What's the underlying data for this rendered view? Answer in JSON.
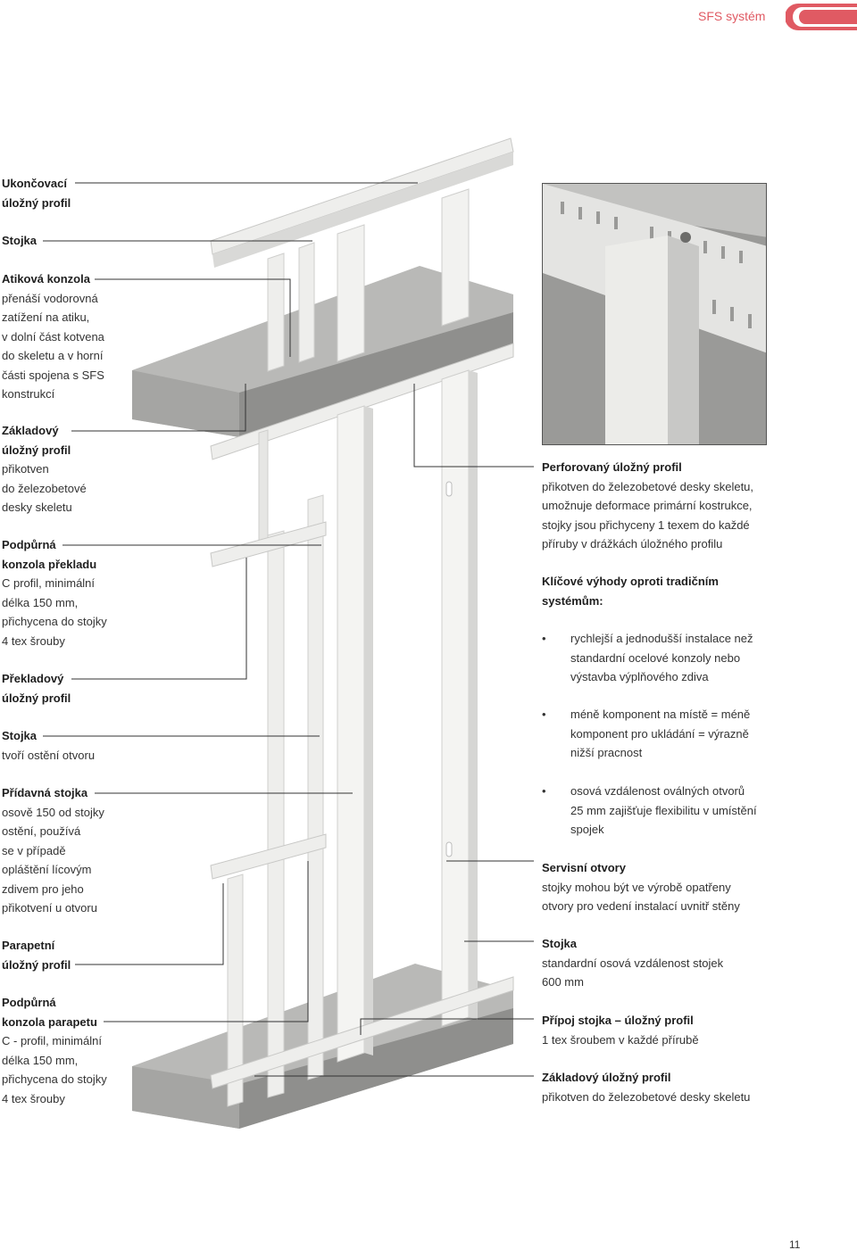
{
  "header": {
    "title": "SFS systém",
    "accent_color": "#e05a63"
  },
  "left_labels": [
    {
      "title": [
        "Ukončovací",
        "úložný profil"
      ],
      "desc": []
    },
    {
      "title": [
        "Stojka"
      ],
      "desc": []
    },
    {
      "title": [
        "Atiková konzola"
      ],
      "desc": [
        "přenáší vodorovná",
        "zatížení na atiku,",
        "v dolní část kotvena",
        "do skeletu a v horní",
        "části spojena s SFS",
        "konstrukcí"
      ]
    },
    {
      "title": [
        "Základový",
        "úložný profil"
      ],
      "desc": [
        "přikotven",
        "do železobetové",
        "desky skeletu"
      ]
    },
    {
      "title": [
        "Podpůrná",
        "konzola překladu"
      ],
      "desc": [
        "C profil, minimální",
        "délka 150 mm,",
        "přichycena do stojky",
        "4 tex šrouby"
      ]
    },
    {
      "title": [
        "Překladový",
        "úložný profil"
      ],
      "desc": []
    },
    {
      "title": [
        "Stojka"
      ],
      "desc": [
        "tvoří ostění otvoru"
      ]
    },
    {
      "title": [
        "Přídavná stojka"
      ],
      "desc": [
        "osově 150 od stojky",
        "ostění, používá",
        "se v případě",
        "opláštění lícovým",
        "zdivem pro jeho",
        "přikotvení u otvoru"
      ]
    },
    {
      "title": [
        "Parapetní",
        "úložný profil"
      ],
      "desc": []
    },
    {
      "title": [
        "Podpůrná",
        "konzola parapetu"
      ],
      "desc": [
        "C - profil, minimální",
        "délka 150 mm,",
        "přichycena do stojky",
        "4 tex šrouby"
      ]
    }
  ],
  "right_top": {
    "title": "Perforovaný úložný profil",
    "desc": [
      "přikotven do železobetové desky skeletu,",
      "umožnuje deformace primární kostrukce,",
      "stojky jsou přichyceny 1 texem do každé",
      "příruby v drážkách úložného profilu"
    ]
  },
  "advantages": {
    "title": [
      "Klíčové výhody oproti tradičním",
      "systémům:"
    ],
    "bullet_symbol": "•",
    "items": [
      [
        "rychlejší a jednodušší instalace než",
        "standardní ocelové konzoly nebo",
        "výstavba výplňového zdiva"
      ],
      [
        "méně komponent na místě = méně",
        "komponent pro ukládání = výrazně",
        "nižší pracnost"
      ],
      [
        "osová vzdálenost oválných otvorů",
        "25 mm zajišťuje flexibilitu v umístění",
        "spojek"
      ]
    ]
  },
  "right_bottom": [
    {
      "title": "Servisní otvory",
      "desc": [
        "stojky mohou být ve výrobě opatřeny",
        "otvory pro vedení instalací uvnitř stěny"
      ]
    },
    {
      "title": "Stojka",
      "desc": [
        "standardní osová vzdálenost stojek",
        "600 mm"
      ]
    },
    {
      "title": "Přípoj stojka – úložný profil",
      "desc": [
        "1 tex šroubem v každé přírubě"
      ]
    },
    {
      "title": "Základový úložný profil",
      "desc": [
        "přikotven do železobetové desky skeletu"
      ]
    }
  ],
  "page_number": "11",
  "colors": {
    "concrete": "#b9b9b7",
    "concrete_dark": "#8f8f8d",
    "steel": "#eeeeec",
    "steel_shade": "#d0d0ce",
    "leader": "#333333"
  }
}
